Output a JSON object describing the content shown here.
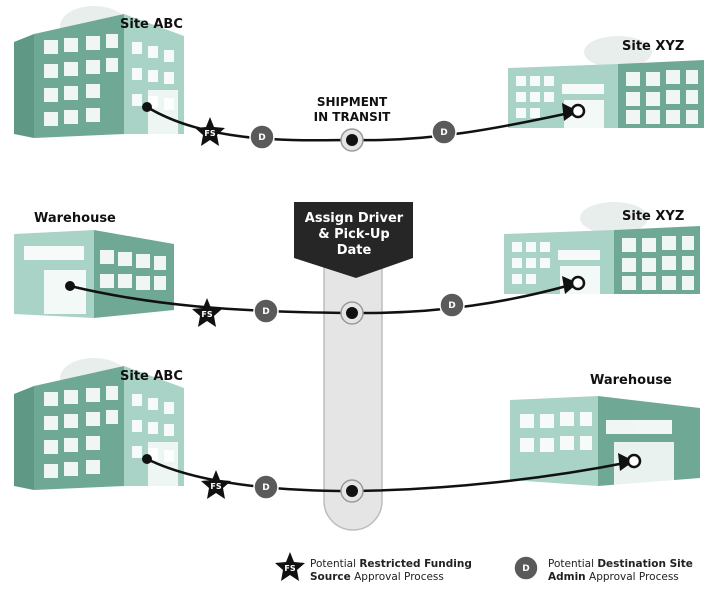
{
  "rows": [
    {
      "origin": "Site ABC",
      "destination": "Site XYZ",
      "center_label_line1": "SHIPMENT",
      "center_label_line2": "IN TRANSIT",
      "fs_badge": "FS",
      "d_badge_1": "D",
      "d_badge_2": "D"
    },
    {
      "origin": "Warehouse",
      "destination": "Site XYZ",
      "fs_badge": "FS",
      "d_badge_1": "D",
      "d_badge_2": "D"
    },
    {
      "origin": "Site ABC",
      "destination": "Warehouse",
      "fs_badge": "FS",
      "d_badge_1": "D"
    }
  ],
  "banner": {
    "line1": "Assign Driver",
    "line2": "& Pick-Up",
    "line3": "Date"
  },
  "legend": {
    "fs": {
      "icon": "FS",
      "prefix": "Potential ",
      "bold1": "Restricted Funding",
      "bold2": "Source",
      "suffix": " Approval Process"
    },
    "d": {
      "icon": "D",
      "prefix": "Potential ",
      "bold1": "Destination Site",
      "bold2": "Admin",
      "suffix": " Approval Process"
    }
  },
  "colors": {
    "building_light": "#a9d3c6",
    "building_dark": "#6fa996",
    "window": "#ffffff",
    "badge": "#5a5a5a",
    "banner": "#262626",
    "track": "#e5e5e5"
  }
}
